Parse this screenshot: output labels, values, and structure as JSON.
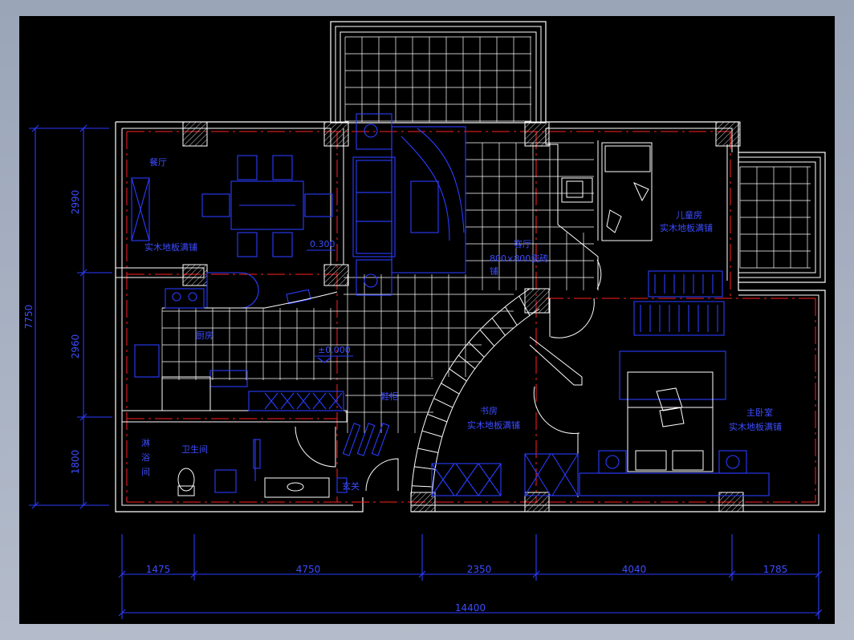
{
  "rooms": {
    "dining": "餐厅",
    "dining_floor": "实木地板满铺",
    "dining_level": "0.300",
    "kitchen": "厨房",
    "living": "客厅",
    "living_floor": "800×800瓷砖",
    "living_floor_2": "铺",
    "living_level": "±0.000",
    "child": "儿童房",
    "child_floor": "实木地板满铺",
    "study": "书房",
    "study_floor": "实木地板满铺",
    "master": "主卧室",
    "master_floor": "实木地板满铺",
    "bathroom": "卫生间",
    "shower_1": "淋",
    "shower_2": "浴",
    "shower_3": "间",
    "entrance": "玄关",
    "shoe": "鞋柜"
  },
  "dimensions": {
    "left_total": "7750",
    "left_parts": [
      "2990",
      "2960",
      "1800"
    ],
    "bottom_parts": [
      "1475",
      "4750",
      "2350",
      "4040",
      "1785"
    ],
    "bottom_total": "14400"
  },
  "colors": {
    "background": "#000000",
    "walls": "#ffffff",
    "furniture": "#2a3cff",
    "axis": "#ff2020"
  }
}
